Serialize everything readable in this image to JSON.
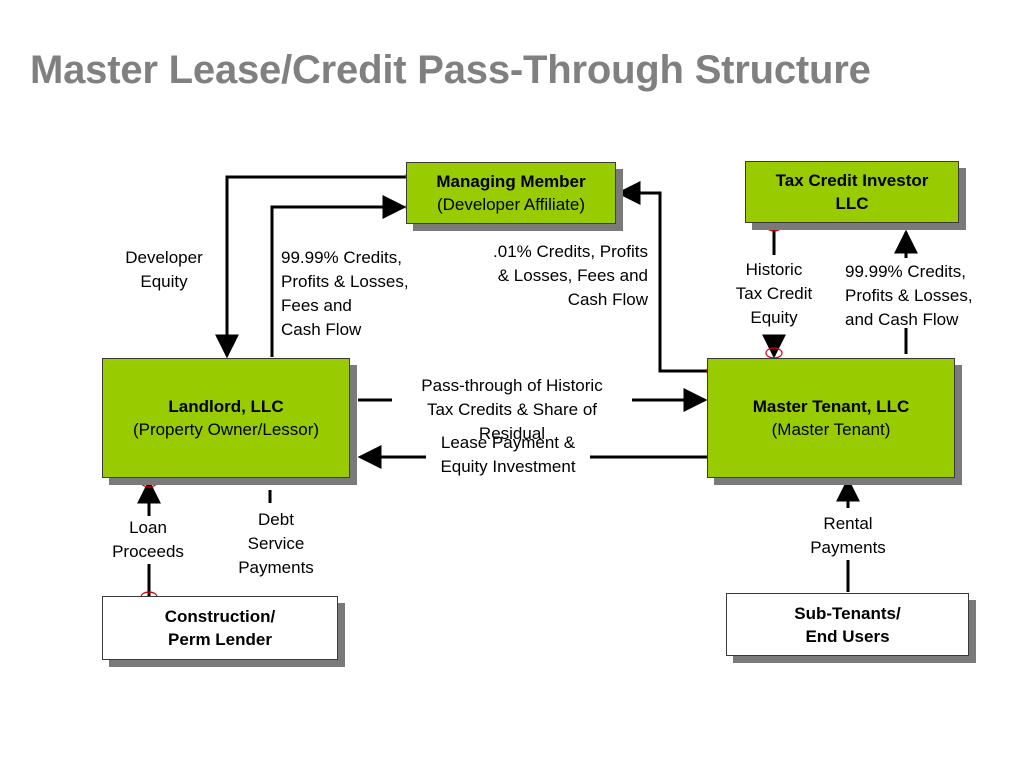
{
  "title": "Master Lease/Credit Pass-Through Structure",
  "boxes": {
    "managing_member": {
      "line1": "Managing Member",
      "line2": "(Developer Affiliate)"
    },
    "tax_credit_investor": {
      "line1": "Tax Credit Investor",
      "line2": "LLC"
    },
    "landlord": {
      "line1": "Landlord, LLC",
      "line2": "(Property Owner/Lessor)"
    },
    "master_tenant": {
      "line1": "Master Tenant, LLC",
      "line2": "(Master Tenant)"
    },
    "construction_lender": {
      "line1": "Construction/",
      "line2": "Perm Lender"
    },
    "sub_tenants": {
      "line1": "Sub-Tenants/",
      "line2": "End Users"
    }
  },
  "labels": {
    "developer_equity": [
      "Developer",
      "Equity"
    ],
    "credits_to_landlord": [
      "99.99% Credits,",
      "Profits & Losses,",
      "Fees and",
      "Cash Flow"
    ],
    "credits_to_managing": [
      ".01% Credits, Profits",
      "& Losses, Fees and",
      "Cash Flow"
    ],
    "historic_equity": [
      "Historic",
      "Tax Credit",
      "Equity"
    ],
    "credits_to_investor": [
      "99.99% Credits,",
      "Profits & Losses,",
      "and Cash Flow"
    ],
    "pass_through": [
      "Pass-through of Historic",
      "Tax Credits & Share of",
      "Residual"
    ],
    "lease_payment": [
      "Lease Payment &",
      "Equity Investment"
    ],
    "loan_proceeds": [
      "Loan",
      "Proceeds"
    ],
    "debt_service": [
      "Debt",
      "Service",
      "Payments"
    ],
    "rental_payments": [
      "Rental",
      "Payments"
    ]
  },
  "colors": {
    "title": "#808080",
    "box_green": "#99cc00",
    "box_white": "#ffffff",
    "shadow": "#7a7a7a",
    "connector": "#000000",
    "marker": "#cc0000"
  }
}
